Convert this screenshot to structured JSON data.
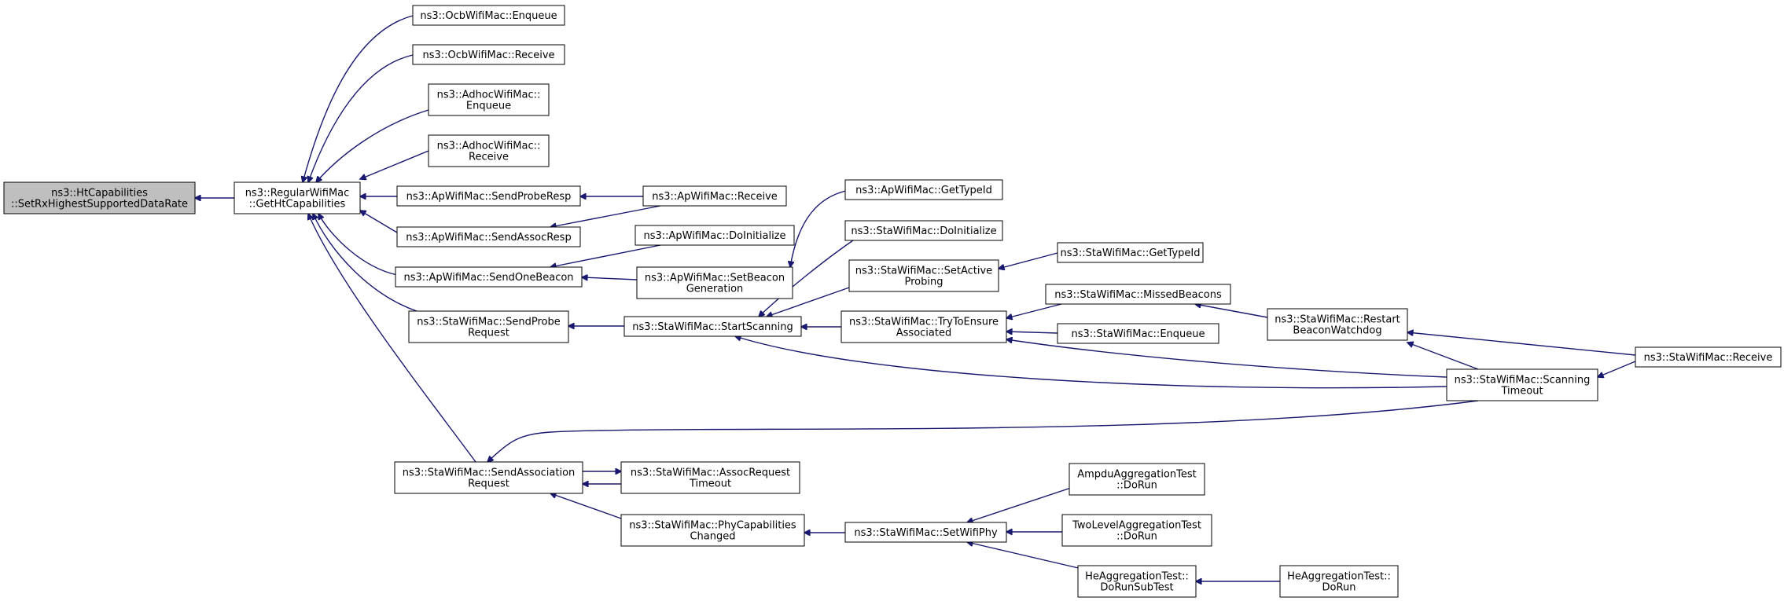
{
  "diagram": {
    "type": "call-graph",
    "edge_color": "#191970",
    "root_fill": "#bfbfbf",
    "nodes": [
      {
        "id": "root",
        "lines": [
          "ns3::HtCapabilities",
          "::SetRxHighestSupportedDataRate"
        ],
        "root": true
      },
      {
        "id": "getht",
        "lines": [
          "ns3::RegularWifiMac",
          "::GetHtCapabilities"
        ]
      },
      {
        "id": "ocb_enq",
        "lines": [
          "ns3::OcbWifiMac::Enqueue"
        ]
      },
      {
        "id": "ocb_rcv",
        "lines": [
          "ns3::OcbWifiMac::Receive"
        ]
      },
      {
        "id": "adhoc_enq",
        "lines": [
          "ns3::AdhocWifiMac::",
          "Enqueue"
        ]
      },
      {
        "id": "adhoc_rcv",
        "lines": [
          "ns3::AdhocWifiMac::",
          "Receive"
        ]
      },
      {
        "id": "ap_probe",
        "lines": [
          "ns3::ApWifiMac::SendProbeResp"
        ]
      },
      {
        "id": "ap_assoc",
        "lines": [
          "ns3::ApWifiMac::SendAssocResp"
        ]
      },
      {
        "id": "ap_beacon",
        "lines": [
          "ns3::ApWifiMac::SendOneBeacon"
        ]
      },
      {
        "id": "sta_probe",
        "lines": [
          "ns3::StaWifiMac::SendProbe",
          "Request"
        ]
      },
      {
        "id": "sta_assocreq",
        "lines": [
          "ns3::StaWifiMac::SendAssociation",
          "Request"
        ]
      },
      {
        "id": "ap_rcv",
        "lines": [
          "ns3::ApWifiMac::Receive"
        ]
      },
      {
        "id": "ap_doinit",
        "lines": [
          "ns3::ApWifiMac::DoInitialize"
        ]
      },
      {
        "id": "ap_setbeacon",
        "lines": [
          "ns3::ApWifiMac::SetBeacon",
          "Generation"
        ]
      },
      {
        "id": "ap_typeid",
        "lines": [
          "ns3::ApWifiMac::GetTypeId"
        ]
      },
      {
        "id": "sta_scan",
        "lines": [
          "ns3::StaWifiMac::StartScanning"
        ]
      },
      {
        "id": "sta_doinit",
        "lines": [
          "ns3::StaWifiMac::DoInitialize"
        ]
      },
      {
        "id": "sta_active",
        "lines": [
          "ns3::StaWifiMac::SetActive",
          "Probing"
        ]
      },
      {
        "id": "sta_typeid",
        "lines": [
          "ns3::StaWifiMac::GetTypeId"
        ]
      },
      {
        "id": "sta_try",
        "lines": [
          "ns3::StaWifiMac::TryToEnsure",
          "Associated"
        ]
      },
      {
        "id": "sta_missed",
        "lines": [
          "ns3::StaWifiMac::MissedBeacons"
        ]
      },
      {
        "id": "sta_enq",
        "lines": [
          "ns3::StaWifiMac::Enqueue"
        ]
      },
      {
        "id": "sta_restart",
        "lines": [
          "ns3::StaWifiMac::Restart",
          "BeaconWatchdog"
        ]
      },
      {
        "id": "sta_scantimeout",
        "lines": [
          "ns3::StaWifiMac::Scanning",
          "Timeout"
        ]
      },
      {
        "id": "sta_rcv",
        "lines": [
          "ns3::StaWifiMac::Receive"
        ]
      },
      {
        "id": "sta_assoctimeout",
        "lines": [
          "ns3::StaWifiMac::AssocRequest",
          "Timeout"
        ]
      },
      {
        "id": "sta_phycap",
        "lines": [
          "ns3::StaWifiMac::PhyCapabilities",
          "Changed"
        ]
      },
      {
        "id": "sta_setphy",
        "lines": [
          "ns3::StaWifiMac::SetWifiPhy"
        ]
      },
      {
        "id": "ampdu",
        "lines": [
          "AmpduAggregationTest",
          "::DoRun"
        ]
      },
      {
        "id": "twolevel",
        "lines": [
          "TwoLevelAggregationTest",
          "::DoRun"
        ]
      },
      {
        "id": "he_sub",
        "lines": [
          "HeAggregationTest::",
          "DoRunSubTest"
        ]
      },
      {
        "id": "he_run",
        "lines": [
          "HeAggregationTest::",
          "DoRun"
        ]
      }
    ],
    "edges": [
      {
        "from": "getht",
        "to": "root"
      },
      {
        "from": "ocb_enq",
        "to": "getht"
      },
      {
        "from": "ocb_rcv",
        "to": "getht"
      },
      {
        "from": "adhoc_enq",
        "to": "getht"
      },
      {
        "from": "adhoc_rcv",
        "to": "getht"
      },
      {
        "from": "ap_probe",
        "to": "getht"
      },
      {
        "from": "ap_assoc",
        "to": "getht"
      },
      {
        "from": "ap_beacon",
        "to": "getht"
      },
      {
        "from": "sta_probe",
        "to": "getht"
      },
      {
        "from": "sta_assocreq",
        "to": "getht"
      },
      {
        "from": "ap_rcv",
        "to": "ap_probe"
      },
      {
        "from": "ap_rcv",
        "to": "ap_assoc"
      },
      {
        "from": "ap_doinit",
        "to": "ap_beacon"
      },
      {
        "from": "ap_setbeacon",
        "to": "ap_beacon"
      },
      {
        "from": "ap_typeid",
        "to": "ap_setbeacon"
      },
      {
        "from": "sta_scan",
        "to": "sta_probe"
      },
      {
        "from": "sta_doinit",
        "to": "sta_scan"
      },
      {
        "from": "sta_active",
        "to": "sta_scan"
      },
      {
        "from": "sta_try",
        "to": "sta_scan"
      },
      {
        "from": "sta_scantimeout",
        "to": "sta_scan"
      },
      {
        "from": "sta_typeid",
        "to": "sta_active"
      },
      {
        "from": "sta_missed",
        "to": "sta_try"
      },
      {
        "from": "sta_enq",
        "to": "sta_try"
      },
      {
        "from": "sta_scantimeout",
        "to": "sta_try"
      },
      {
        "from": "sta_restart",
        "to": "sta_missed"
      },
      {
        "from": "sta_rcv",
        "to": "sta_restart"
      },
      {
        "from": "sta_scantimeout",
        "to": "sta_restart"
      },
      {
        "from": "sta_rcv",
        "to": "sta_scantimeout"
      },
      {
        "from": "sta_scantimeout",
        "to": "sta_assocreq"
      },
      {
        "from": "sta_assoctimeout",
        "to": "sta_assocreq"
      },
      {
        "from": "sta_assocreq",
        "to": "sta_assoctimeout"
      },
      {
        "from": "sta_phycap",
        "to": "sta_assocreq"
      },
      {
        "from": "sta_setphy",
        "to": "sta_phycap"
      },
      {
        "from": "ampdu",
        "to": "sta_setphy"
      },
      {
        "from": "twolevel",
        "to": "sta_setphy"
      },
      {
        "from": "he_sub",
        "to": "sta_setphy"
      },
      {
        "from": "he_run",
        "to": "he_sub"
      }
    ]
  }
}
